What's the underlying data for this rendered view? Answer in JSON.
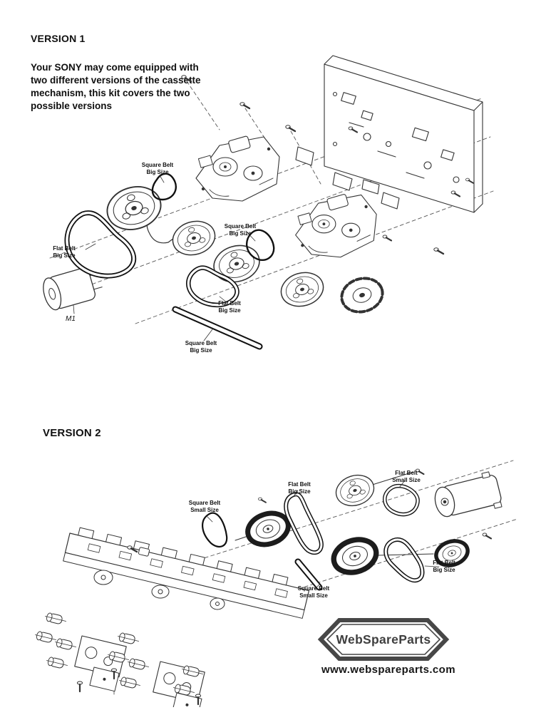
{
  "page": {
    "background": "#ffffff"
  },
  "version1": {
    "title": "VERSION 1",
    "description": "Your SONY may come equipped with\ntwo different versions of the cassette\nmechanism, this kit covers the two\npossible versions",
    "labels": [
      {
        "text": "Square Belt\nBig Size"
      },
      {
        "text": "Flat Belt\nBig Size"
      },
      {
        "text": "Square Belt\nBig Size"
      },
      {
        "text": "Flat Belt\nBig Size"
      },
      {
        "text": "Square Belt\nBig Size"
      }
    ],
    "motor_label": "M1"
  },
  "version2": {
    "title": "VERSION 2",
    "labels": [
      {
        "text": "Square Belt\nSmall Size"
      },
      {
        "text": "Flat Belt\nBig Size"
      },
      {
        "text": "Flat Belt\nSmall Size"
      },
      {
        "text": "Flat Belt\nBig Size"
      },
      {
        "text": "Square Belt\nSmall Size"
      }
    ]
  },
  "branding": {
    "logo_text": "WebSpareParts",
    "website": "www.webspareparts.com"
  }
}
